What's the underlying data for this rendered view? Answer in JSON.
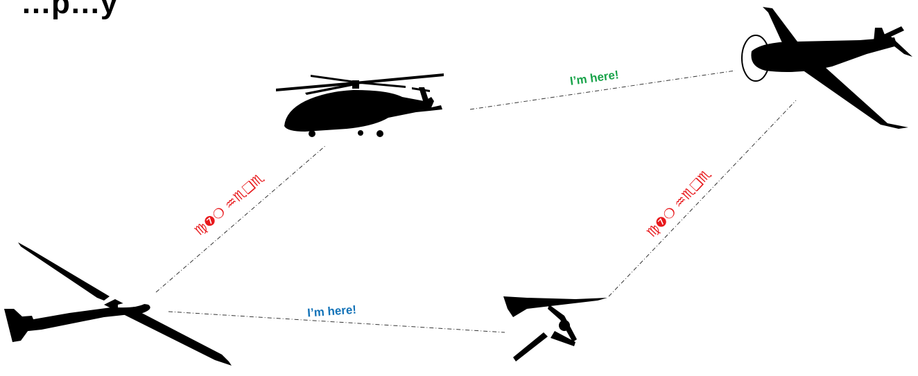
{
  "page": {
    "title_fragment": "…p…y"
  },
  "aircraft": [
    {
      "id": "helicopter",
      "icon": "helicopter-icon"
    },
    {
      "id": "turboprop",
      "icon": "turboprop-airplane-icon"
    },
    {
      "id": "glider",
      "icon": "glider-icon"
    },
    {
      "id": "hang_glider",
      "icon": "hang-glider-icon"
    }
  ],
  "links": {
    "heli_to_plane": {
      "text": "I’m here!",
      "color": "#19a34a"
    },
    "glider_to_hang": {
      "text": "I’m here!",
      "color": "#1473b8"
    },
    "glider_to_heli": {
      "text": "♍❼❍ ♒♏❑♏",
      "color": "#e8191c"
    },
    "hang_to_plane": {
      "text": "♍❼❍ ♒♏❑♏",
      "color": "#e8191c"
    }
  },
  "colors": {
    "silhouette": "#000000",
    "line": "#333333"
  }
}
